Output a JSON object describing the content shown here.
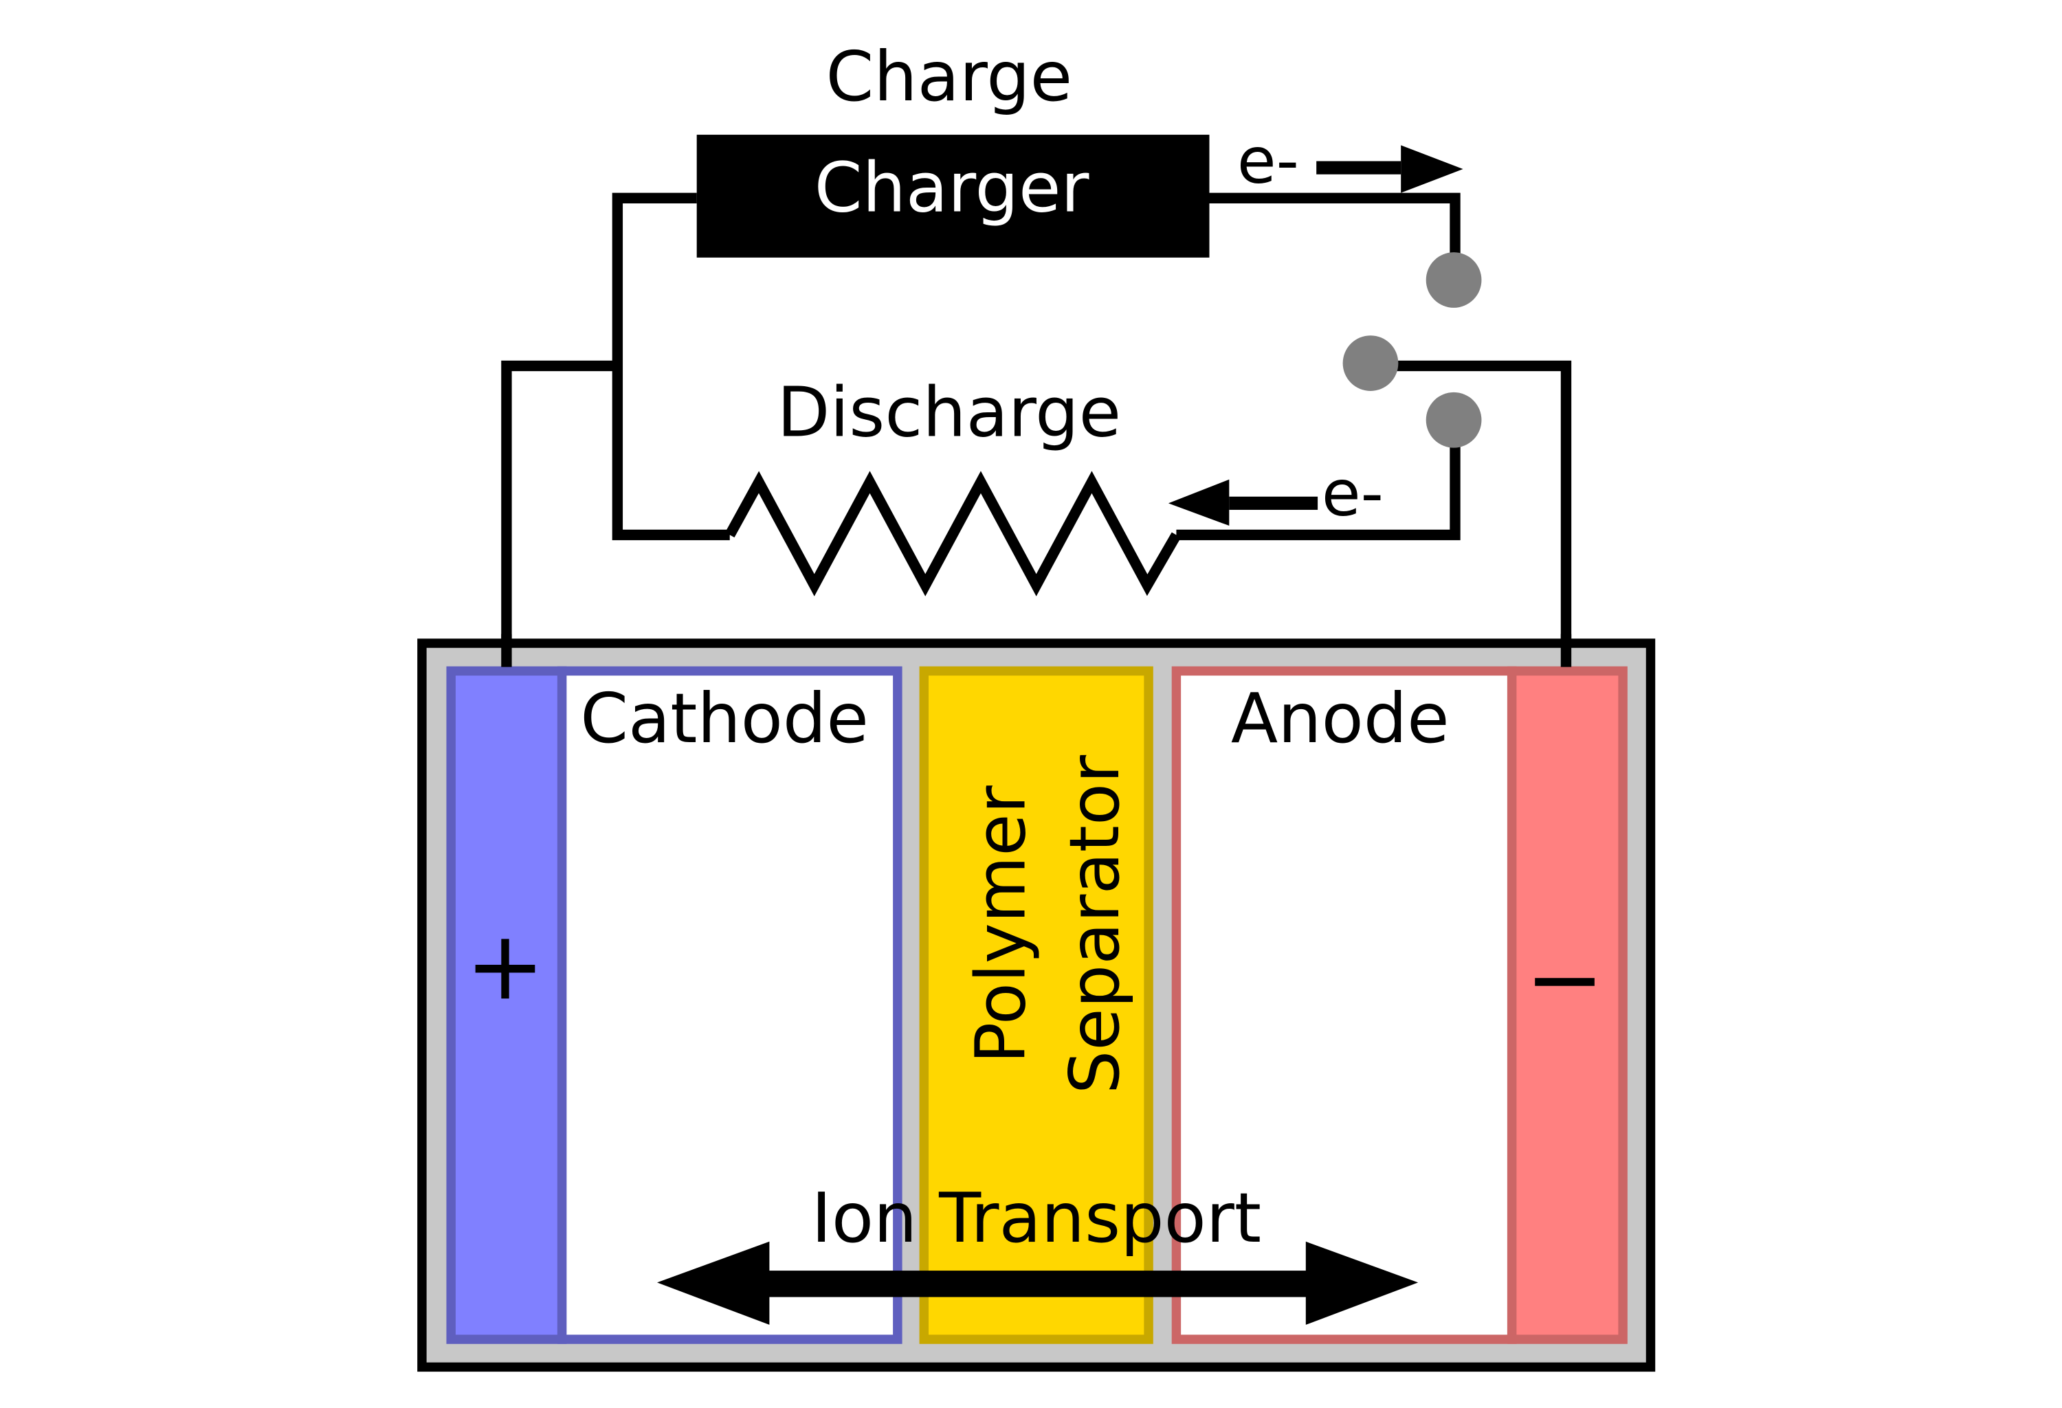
{
  "labels": {
    "charge": "Charge",
    "charger": "Charger",
    "discharge": "Discharge",
    "electron_top": "e-",
    "electron_bottom": "e-",
    "cathode": "Cathode",
    "anode": "Anode",
    "separator_line1": "Polymer",
    "separator_line2": "Separator",
    "plus": "+",
    "minus": "−",
    "ion_transport": "Ion Transport"
  },
  "colors": {
    "cathode_fill": "#8080ff",
    "cathode_stroke": "#5f5fbf",
    "anode_fill": "#ff8080",
    "anode_stroke": "#cc6666",
    "separator_fill": "#ffd700",
    "separator_stroke": "#c8a800",
    "case_fill": "#c8c8c8",
    "switch_contact": "#808080"
  }
}
